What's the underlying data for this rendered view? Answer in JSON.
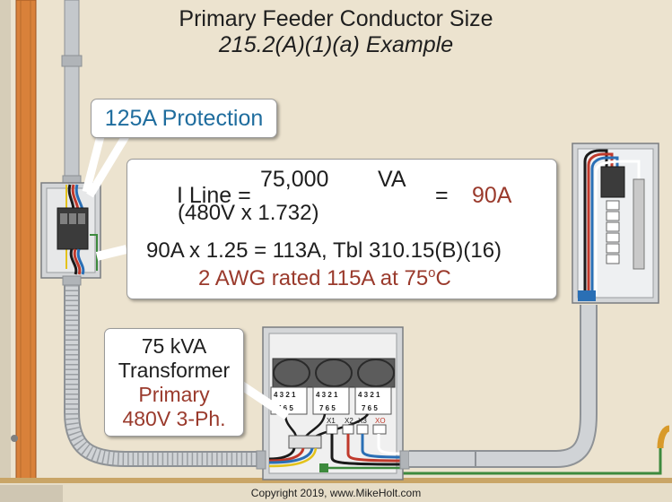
{
  "title": {
    "line1": "Primary Feeder Conductor Size",
    "line2": "215.2(A)(1)(a) Example"
  },
  "callouts": {
    "protection": "125A Protection",
    "transformer": {
      "line1": "75 kVA",
      "line2": "Transformer",
      "line3": "Primary",
      "line4": "480V 3-Ph."
    }
  },
  "calculation": {
    "lhs": "I Line =",
    "numerator_value": "75,000",
    "numerator_unit": "VA",
    "denominator": "(480V x 1.732)",
    "equals": "=",
    "result": "90A",
    "line2": "90A x 1.25 = 113A, Tbl 310.15(B)(16)",
    "line3_main": "2 AWG rated 115A at 75",
    "line3_sup": "o",
    "line3_end": "C"
  },
  "terminals": {
    "coil1": [
      "4",
      "3",
      "2",
      "1"
    ],
    "coil1_low": [
      "7",
      "6",
      "5"
    ],
    "coil2": [
      "4",
      "3",
      "2",
      "1"
    ],
    "coil2_low": [
      "7",
      "6",
      "5"
    ],
    "coil3": [
      "4",
      "3",
      "2",
      "1"
    ],
    "coil3_low": [
      "7",
      "6",
      "5"
    ],
    "secondary": [
      "X1",
      "X2",
      "X3",
      "XO"
    ]
  },
  "copyright": "Copyright 2019, www.MikeHolt.com",
  "colors": {
    "wall": "#ece3cf",
    "stud": "#d9813a",
    "conduit": "#c4c8cc",
    "enclosure": "#d4d6d8",
    "callout_blue": "#1f6d9e",
    "accent_red": "#9a3a2c",
    "ground_green": "#3d8a3d"
  }
}
